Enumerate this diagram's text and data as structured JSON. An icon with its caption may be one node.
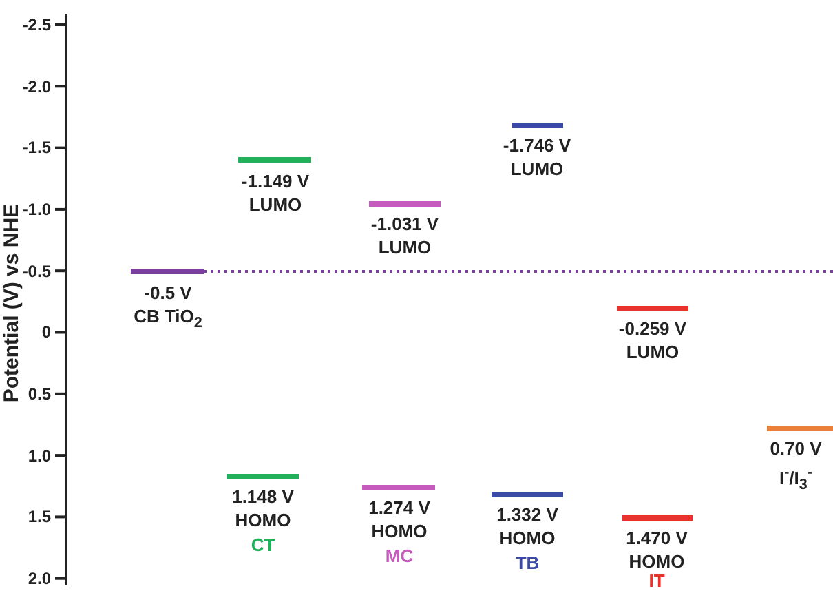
{
  "diagram": {
    "labels": [
      "-2.5",
      "-2.0",
      "-1.5",
      "-1.0",
      "-0.5",
      "0",
      "0.5",
      "1.0",
      "1.5",
      "2.0",
      "Potential (V) vs NHE",
      "-0.5 V",
      "CB TiO$_{2}$",
      "-1.149 V",
      "LUMO",
      "1.148 V",
      "HOMO",
      "CT",
      "-1.031 V",
      "LUMO",
      "1.274 V",
      "HOMO",
      "MC",
      "-1.746 V",
      "LUMO",
      "1.332 V",
      "HOMO",
      "TB",
      "-0.259 V",
      "LUMO",
      "1.470 V",
      "HOMO",
      "IT",
      "0.70 V",
      "I$^{-}$/I$_{3}$$^{-}$"
    ]
  }
}
